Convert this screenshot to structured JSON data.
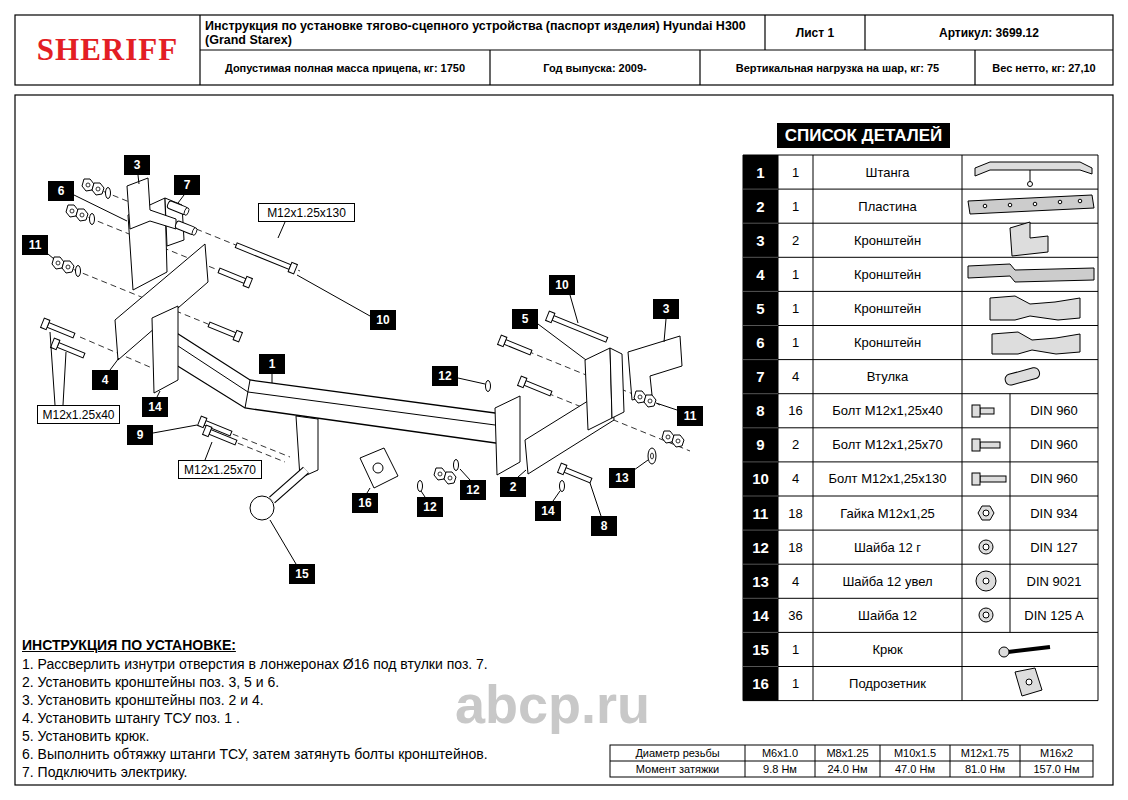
{
  "diagram": {
    "title": "Инструкция по установке тягово-сцепного устройства (паспорт изделия) Hyundai H300 (Grand Starex)",
    "nodes": [
      {
        "text": [
          "СПИСОК ДЕТАЛЕЙ"
        ]
      },
      {
        "text": [
          "3"
        ]
      },
      {
        "text": [
          "7"
        ]
      },
      {
        "text": [
          "6"
        ]
      },
      {
        "text": [
          "M12x1.25x130"
        ]
      },
      {
        "text": [
          "11"
        ]
      },
      {
        "text": [
          "10"
        ]
      },
      {
        "text": [
          "3"
        ]
      },
      {
        "text": [
          "5"
        ]
      },
      {
        "text": [
          "10"
        ]
      },
      {
        "text": [
          "1"
        ]
      },
      {
        "text": [
          "12"
        ]
      },
      {
        "text": [
          "4"
        ]
      },
      {
        "text": [
          "M12x1.25x40"
        ]
      },
      {
        "text": [
          "14"
        ]
      },
      {
        "text": [
          "11"
        ]
      },
      {
        "text": [
          "9"
        ]
      },
      {
        "text": [
          "M12x1.25x70"
        ]
      },
      {
        "text": [
          "13"
        ]
      },
      {
        "text": [
          "2"
        ]
      },
      {
        "text": [
          "12"
        ]
      },
      {
        "text": [
          "16"
        ]
      },
      {
        "text": [
          "12"
        ]
      },
      {
        "text": [
          "14"
        ]
      },
      {
        "text": [
          "8"
        ]
      },
      {
        "text": [
          "15"
        ]
      }
    ],
    "labels": [
      "SHERIFF",
      "Лист 1",
      "Артикул: 3699.12",
      "Допустимая полная масса прицепа, кг: 1750",
      "Год выпуска: 2009-",
      "Вертикальная нагрузка на шар, кг: 75",
      "Вес нетто, кг: 27,10",
      "1",
      "1",
      "Штанга",
      "2",
      "1",
      "Пластина",
      "3",
      "2",
      "Кронштейн",
      "4",
      "1",
      "Кронштейн",
      "5",
      "1",
      "Кронштейн",
      "6",
      "1",
      "Кронштейн",
      "7",
      "4",
      "Втулка",
      "8",
      "16",
      "Болт M12x1,25x40",
      "DIN 960",
      "9",
      "2",
      "Болт M12x1,25x70",
      "DIN 960",
      "10",
      "4",
      "Болт M12x1,25x130",
      "DIN 960",
      "11",
      "18",
      "Гайка M12x1,25",
      "DIN 934",
      "12",
      "18",
      "Шайба 12 г",
      "DIN 127",
      "13",
      "4",
      "Шайба 12 увел",
      "DIN 9021",
      "14",
      "36",
      "Шайба 12",
      "DIN 125 A",
      "15",
      "1",
      "Крюк",
      "16",
      "1",
      "Подрозетник",
      "ИНСТРУКЦИЯ ПО УСТАНОВКЕ:",
      "1. Рассверлить изнутри отверстия в лонжеронах Ø16 под втулки поз. 7.",
      "2. Установить кронштейны поз. 3, 5 и 6.",
      "3. Установить кронштейны поз. 2 и 4.",
      "4. Установить штангу ТСУ поз. 1 .",
      "5. Установить крюк.",
      "6. Выполнить обтяжку штанги ТСУ, затем затянуть болты кронштейнов.",
      "7. Подключить электрику.",
      "Диаметр резьбы",
      "M6x1.0",
      "M8x1.25",
      "M10x1.5",
      "M12x1.75",
      "M16x2",
      "Момент затяжки",
      "9.8 Нм",
      "24.0 Нм",
      "47.0 Нм",
      "81.0 Нм",
      "157.0 Нм",
      "abcp.ru"
    ]
  }
}
